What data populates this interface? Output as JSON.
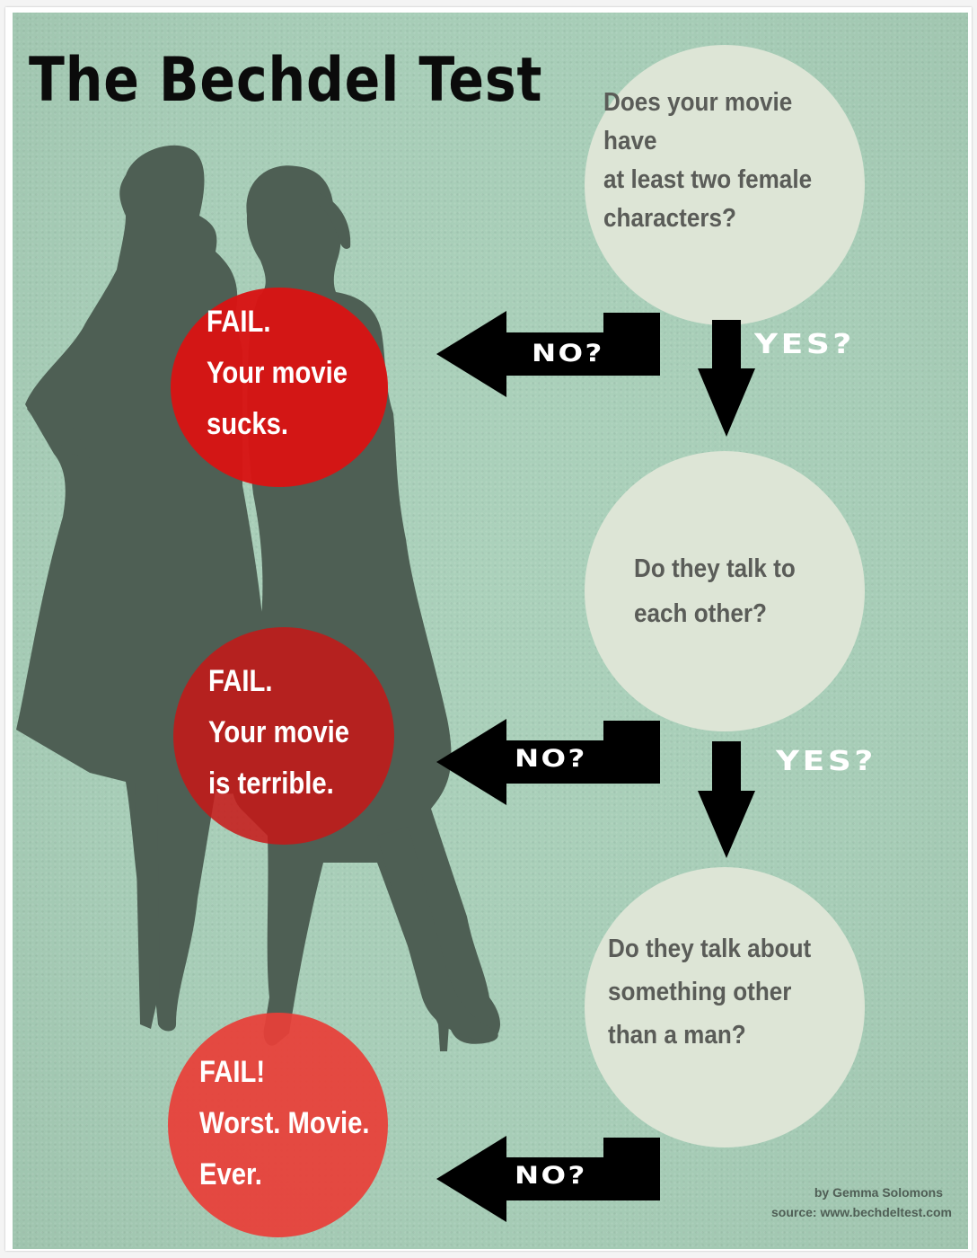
{
  "title": "The Bechdel Test",
  "colors": {
    "background": "#a8cdb8",
    "question_circle": "#dde5d6",
    "question_text": "#5a5c58",
    "fail_circle_1": "#d81414",
    "fail_circle_2": "#c51d1d",
    "fail_circle_3": "#e2463f",
    "silhouette": "#4e5f54",
    "arrow": "#000000"
  },
  "questions": [
    {
      "text": "Does your movie have\nat least two female\ncharacters?",
      "yes_label": "YES?",
      "no_label": "NO?"
    },
    {
      "text": "Do they talk to\neach other?",
      "yes_label": "YES?",
      "no_label": "NO?"
    },
    {
      "text": "Do they talk about\nsomething other\nthan a man?",
      "no_label": "NO?"
    }
  ],
  "fails": [
    {
      "text": "FAIL.\nYour movie\nsucks."
    },
    {
      "text": "FAIL.\nYour movie\nis terrible."
    },
    {
      "text": "FAIL!\nWorst. Movie.\nEver."
    }
  ],
  "credits": {
    "author": "by Gemma Solomons",
    "source": "source: www.bechdeltest.com"
  },
  "icons": {
    "no_arrow": "left-arrow-icon",
    "yes_arrow": "down-arrow-icon",
    "figures": "two-women-silhouette"
  }
}
